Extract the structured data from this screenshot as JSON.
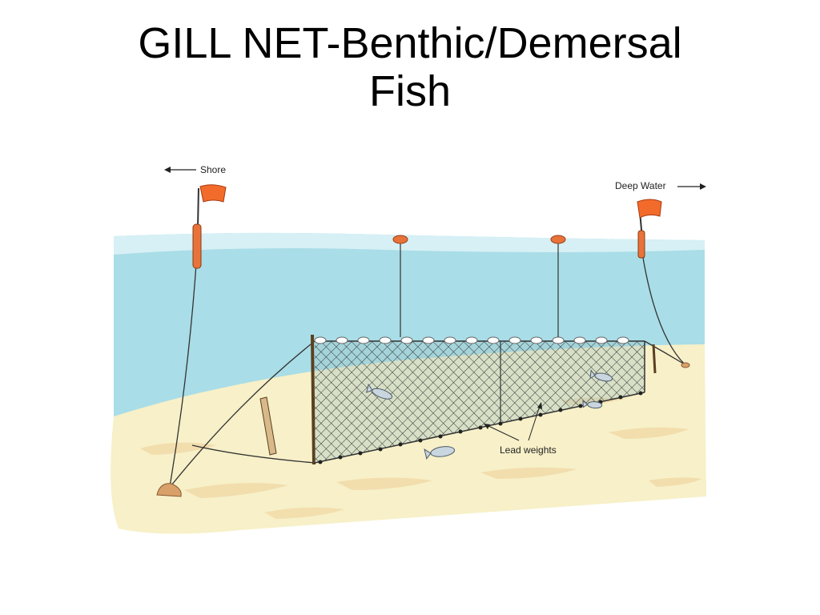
{
  "title": {
    "line1": "GILL NET-Benthic/Demersal",
    "line2": "Fish"
  },
  "diagram": {
    "labels": {
      "shore": "Shore",
      "deep_water": "Deep Water",
      "lead_weights": "Lead weights"
    },
    "colors": {
      "water": "#a9dde7",
      "water_surface": "#d6f0f5",
      "sand": "#f7f0c8",
      "sand_patch": "#f1d9a7",
      "flag": "#f26b2a",
      "float": "#e8733a",
      "net": "#333333",
      "fish": "#c9d6df"
    },
    "icons": {
      "flag_left": "flag-icon",
      "flag_right": "flag-icon",
      "fish": "fish-icon",
      "anchor": "anchor-stone-icon"
    }
  }
}
